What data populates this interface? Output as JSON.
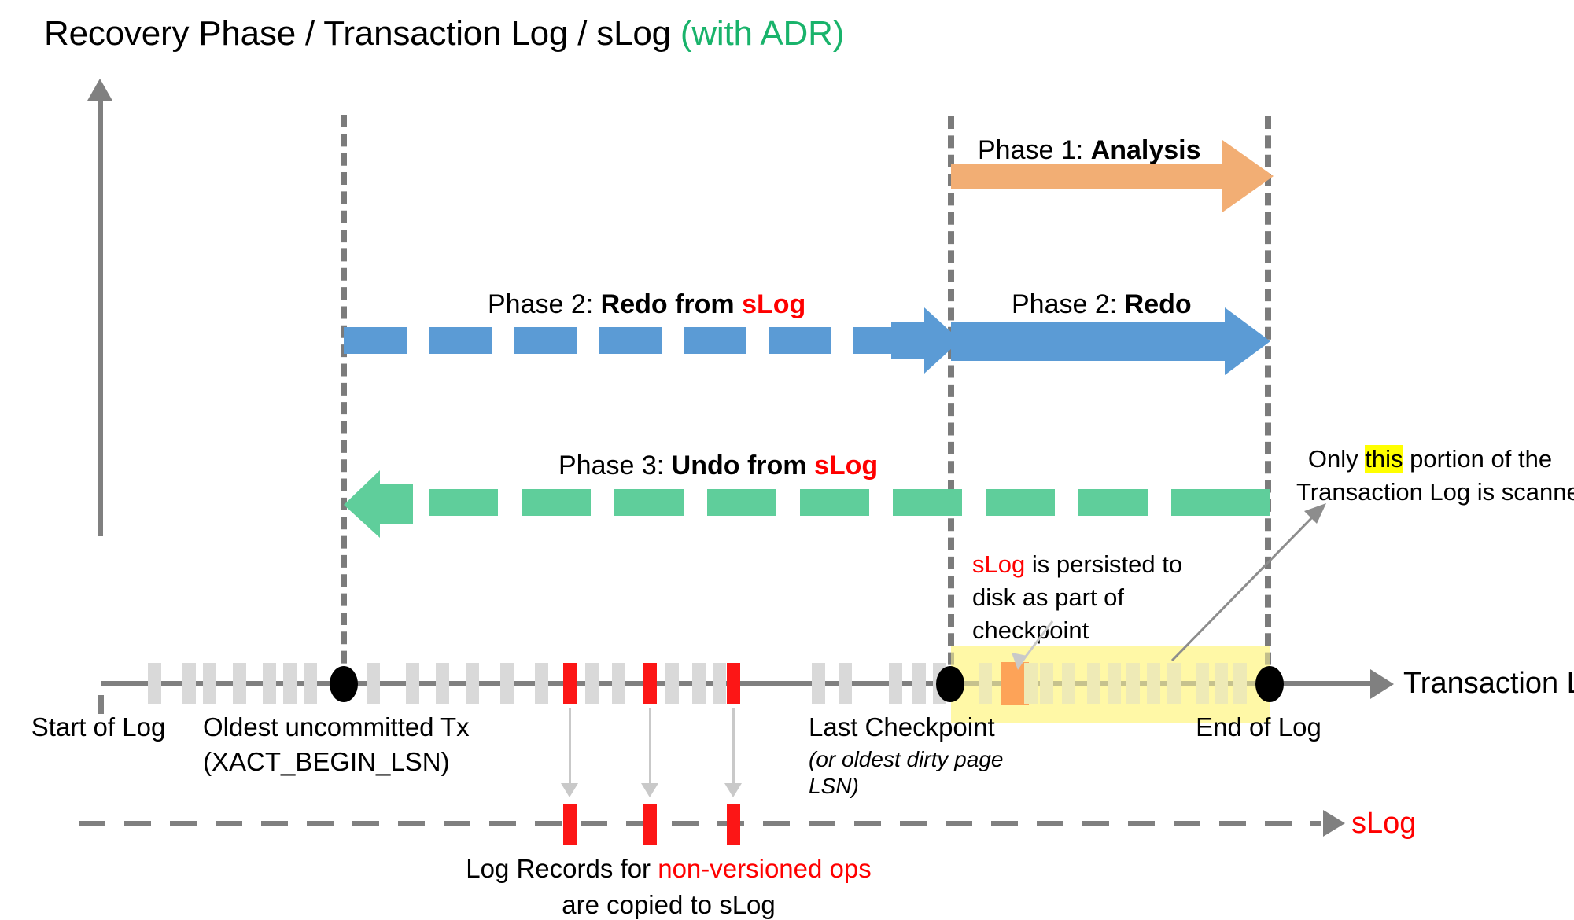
{
  "title": {
    "main": "Recovery Phase / Transaction Log / sLog ",
    "suffix": "(with ADR)"
  },
  "colors": {
    "analysis_arrow": "#f2ae74",
    "redo_arrow": "#5b9bd5",
    "undo_arrow": "#5fce9b",
    "axis": "#808080",
    "tick": "#d9d9d9",
    "tick_red": "#fc1616",
    "slog_record_red": "#fa3c0a",
    "highlight_band": "#fff799",
    "accent_green_title": "#19b36b",
    "accent_red_text": "#ff0000",
    "highlight_yellow": "#ffff00"
  },
  "phases": [
    {
      "id": "phase1",
      "prefix": "Phase 1: ",
      "name": "Analysis",
      "suffix": "",
      "style": "solid",
      "direction": "right",
      "color": "#f2ae74"
    },
    {
      "id": "phase2_slog",
      "prefix": "Phase 2: ",
      "name": "Redo from ",
      "suffix": "sLog",
      "style": "dashed",
      "direction": "right",
      "color": "#5b9bd5"
    },
    {
      "id": "phase2_redo",
      "prefix": "Phase 2: ",
      "name": "Redo",
      "suffix": "",
      "style": "solid",
      "direction": "right",
      "color": "#5b9bd5"
    },
    {
      "id": "phase3_undo",
      "prefix": "Phase 3: ",
      "name": "Undo from ",
      "suffix": "sLog",
      "style": "dashed",
      "direction": "left",
      "color": "#5fce9b"
    }
  ],
  "timeline": {
    "axis_label": "Transaction Log",
    "slog_axis_label": "sLog",
    "markers": [
      {
        "id": "start",
        "label": "Start of Log",
        "sublabel": ""
      },
      {
        "id": "oldest_uncommitted",
        "label": "Oldest uncommitted Tx",
        "sublabel": "(XACT_BEGIN_LSN)"
      },
      {
        "id": "last_checkpoint",
        "label": "Last Checkpoint",
        "sublabel": "(or oldest dirty page",
        "sublabel2": "LSN)"
      },
      {
        "id": "end_of_log",
        "label": "End of Log",
        "sublabel": ""
      }
    ]
  },
  "annotations": [
    {
      "id": "slog_persisted",
      "line1_red": "sLog",
      "line1_rest": " is persisted to",
      "line2": "disk as part of",
      "line3": "checkpoint"
    },
    {
      "id": "only_this_portion",
      "pre": "Only ",
      "highlighted": "this",
      "post": " portion of the",
      "line2": "Transaction Log is scanned."
    },
    {
      "id": "log_records_copied",
      "pre": "Log Records for ",
      "red": "non-versioned ops",
      "line2": "are copied to sLog"
    }
  ]
}
